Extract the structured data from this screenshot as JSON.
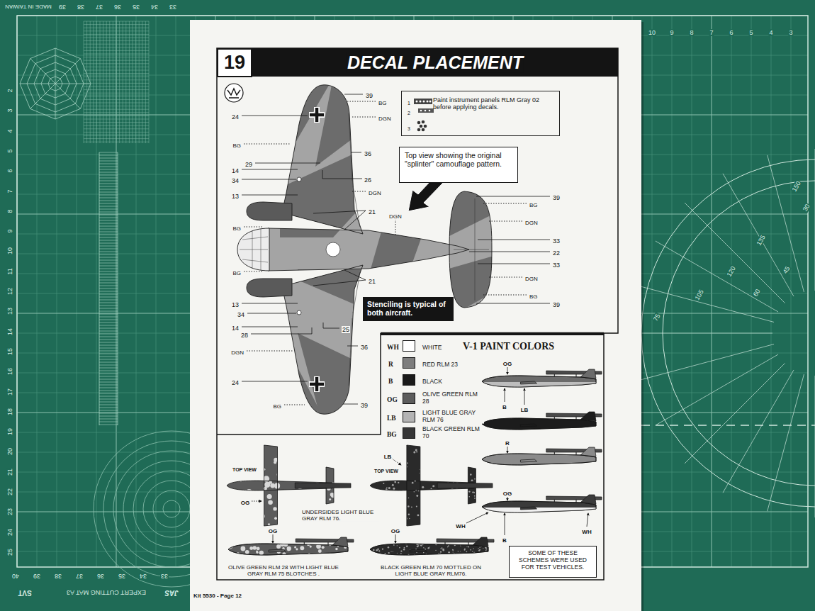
{
  "diagram": {
    "title": "DECAL PLACEMENT",
    "nodes": [
      {
        "text": [
          "19"
        ]
      },
      {
        "text": [
          "1",
          "2",
          "3",
          "Paint instrument panels RLM Gray 02 before applying decals."
        ]
      },
      {
        "text": [
          "Top view showing the original \"splinter\" camouflage pattern."
        ]
      },
      {
        "text": [
          "Stenciling is typical of both aircraft."
        ]
      },
      {
        "text": [
          "V-1 PAINT COLORS"
        ]
      },
      {
        "text": [
          "SOME OF THESE SCHEMES WERE USED FOR TEST VEHICLES."
        ]
      }
    ],
    "labels": [
      "MADE IN TAIWAN",
      "39",
      "38",
      "37",
      "36",
      "35",
      "34",
      "33",
      "10",
      "9",
      "8",
      "7",
      "6",
      "5",
      "4",
      "3",
      "2",
      "3",
      "4",
      "5",
      "6",
      "7",
      "8",
      "9",
      "10",
      "11",
      "12",
      "13",
      "14",
      "15",
      "16",
      "17",
      "18",
      "19",
      "20",
      "21",
      "22",
      "23",
      "24",
      "25",
      "40",
      "39",
      "38",
      "37",
      "36",
      "35",
      "34",
      "33",
      "SVT",
      "EXPERT CUTTING MAT A3",
      "JAS",
      "150",
      "30",
      "135",
      "45",
      "120",
      "60",
      "105",
      "75",
      "39",
      "BG",
      "24",
      "DGN",
      "BG",
      "36",
      "29",
      "14",
      "34",
      "13",
      "26",
      "DGN",
      "21",
      "DGN",
      "BG",
      "BG",
      "21",
      "13",
      "34",
      "14",
      "28",
      "25",
      "DGN",
      "36",
      "24",
      "BG",
      "39",
      "39",
      "BG",
      "DGN",
      "33",
      "22",
      "33",
      "DGN",
      "BG",
      "39",
      "WH",
      "R",
      "B",
      "OG",
      "LB",
      "BG",
      "OG",
      "B",
      "LB",
      "R",
      "OG",
      "WH",
      "B",
      "WH",
      "TOP VIEW",
      "OG",
      "UNDERSIDES LIGHT BLUE GRAY RLM 76.",
      "OG",
      "OLIVE GREEN RLM 28 WITH LIGHT BLUE GRAY RLM 75 BLOTCHES .",
      "LB",
      "TOP VIEW",
      "OG",
      "BLACK GREEN RLM 70 MOTTLED ON LIGHT BLUE GRAY RLM76.",
      "Kit 5530 - Page 12"
    ],
    "legend": [
      {
        "text": "WHITE",
        "color": "#ffffff"
      },
      {
        "text": "RED RLM 23",
        "color": "#7d7d7d"
      },
      {
        "text": "BLACK",
        "color": "#1a1a1a"
      },
      {
        "text": "OLIVE GREEN RLM 28",
        "color": "#5c5c5c"
      },
      {
        "text": "LIGHT BLUE GRAY RLM 76",
        "color": "#b4b4b4"
      },
      {
        "text": "BLACK GREEN RLM 70",
        "color": "#363636"
      }
    ]
  }
}
